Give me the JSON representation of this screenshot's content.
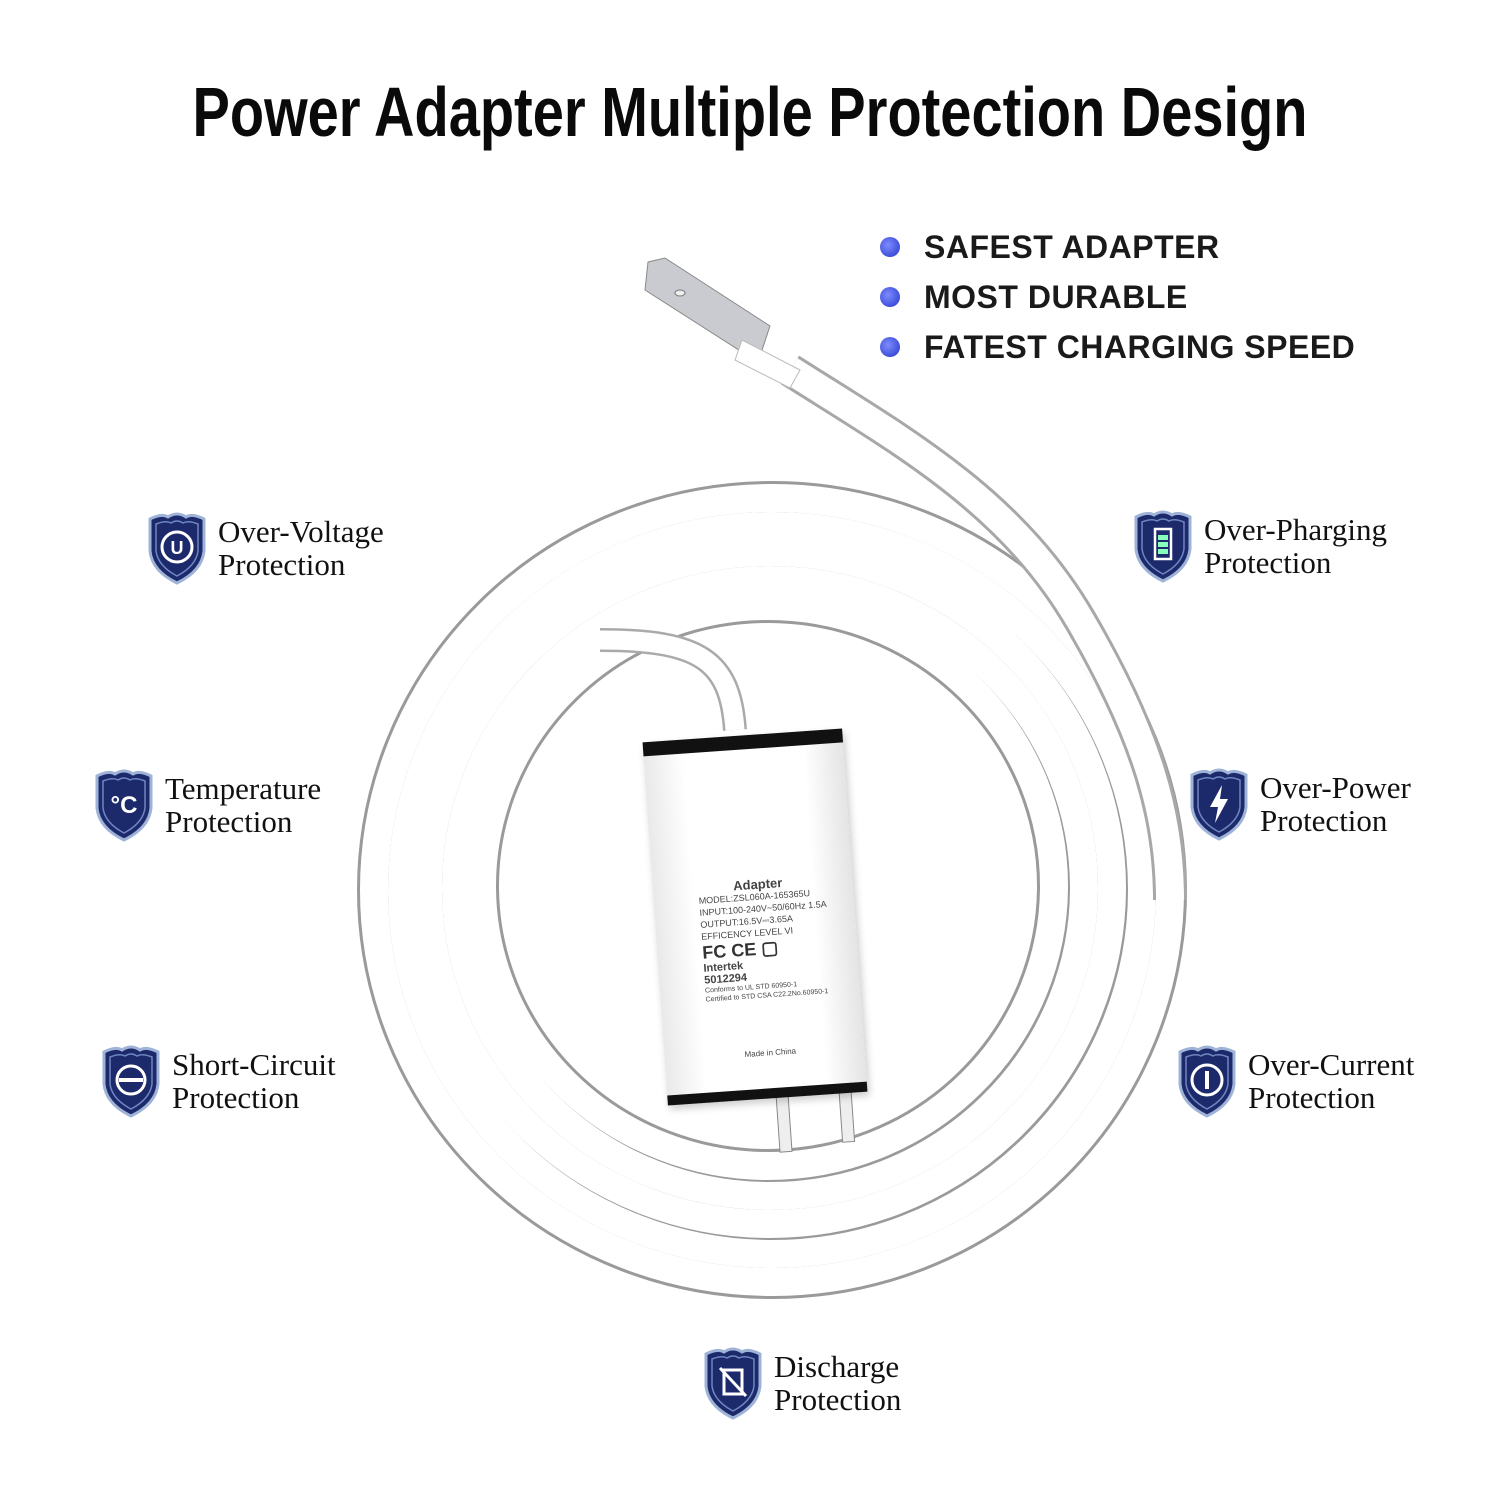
{
  "title": "Power Adapter Multiple Protection Design",
  "highlights": [
    "SAFEST ADAPTER",
    "MOST DURABLE",
    "FATEST CHARGING SPEED"
  ],
  "features": {
    "over_voltage": {
      "line1": "Over-Voltage",
      "line2": "Protection",
      "icon": "u-shield-icon"
    },
    "temperature": {
      "line1": "Temperature",
      "line2": "Protection",
      "icon": "celsius-shield-icon"
    },
    "short_circuit": {
      "line1": "Short-Circuit",
      "line2": "Protection",
      "icon": "circuit-shield-icon"
    },
    "discharge": {
      "line1": "Discharge",
      "line2": "Protection",
      "icon": "discharge-shield-icon"
    },
    "over_charging": {
      "line1": "Over-Pharging",
      "line2": "Protection",
      "icon": "battery-shield-icon"
    },
    "over_power": {
      "line1": "Over-Power",
      "line2": "Protection",
      "icon": "bolt-shield-icon"
    },
    "over_current": {
      "line1": "Over-Current",
      "line2": "Protection",
      "icon": "current-shield-icon"
    }
  },
  "label": {
    "heading": "Adapter",
    "model": "MODEL:ZSL060A-165365U",
    "input": "INPUT:100-240V~50/60Hz 1.5A",
    "output": "OUTPUT:16.5V⎓3.65A",
    "efficiency": "EFFICENCY LEVEL VI",
    "logos": "FC  CE  ▢",
    "certifier": "Intertek",
    "cert_no": "5012294",
    "conforms": "Conforms to UL STD 60950-1",
    "certified": "Certified to STD CSA C22.2No.60950-1",
    "made_in": "Made in China"
  }
}
